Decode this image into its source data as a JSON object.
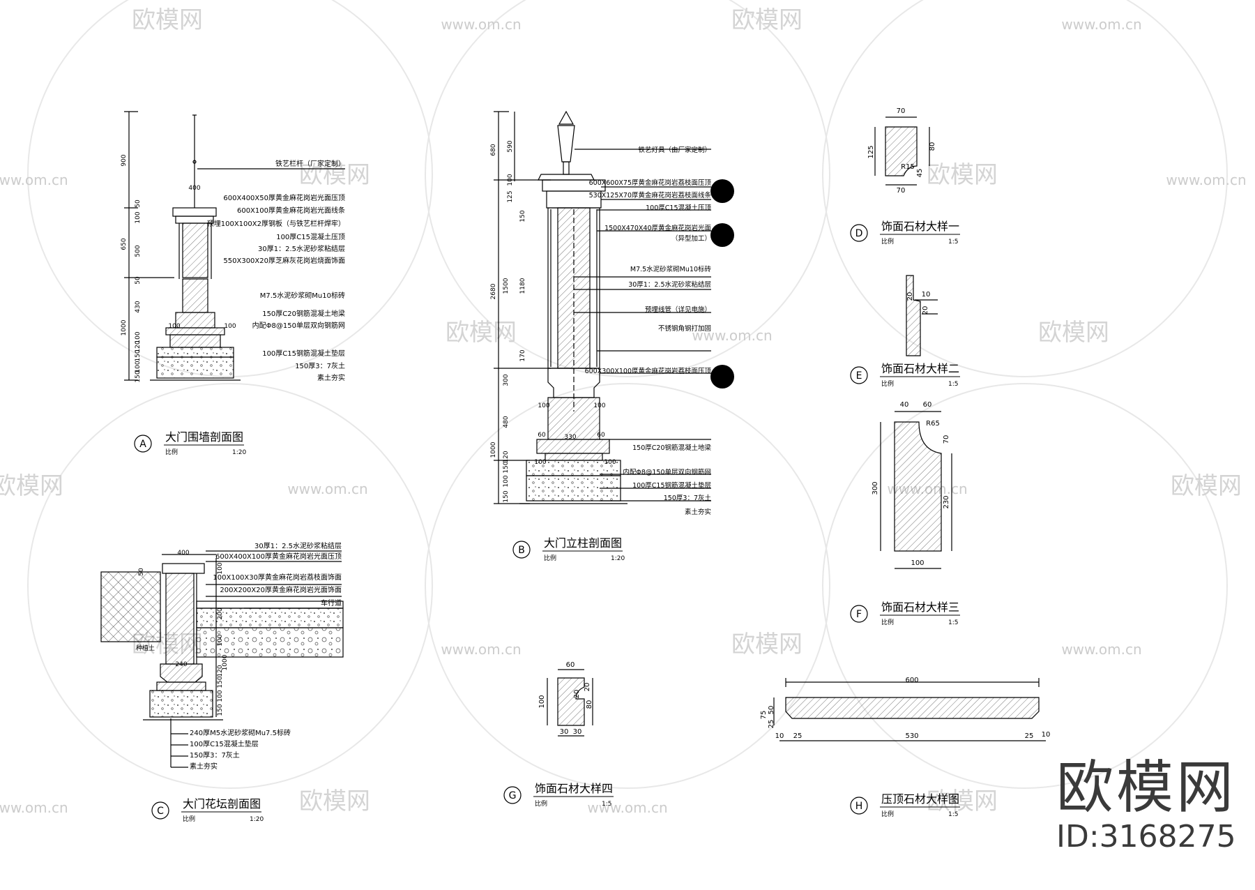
{
  "watermark": {
    "logo": "欧模网",
    "url": "www.om.cn"
  },
  "brand": {
    "name": "欧模网",
    "id": "ID:3168275"
  },
  "sections": {
    "A": {
      "letter": "A",
      "title": "大门围墙剖面图",
      "scale_label": "比例",
      "scale": "1:20",
      "labels": [
        "铁艺栏杆（厂家定制）",
        "600X400X50厚黄金麻花岗岩光面压顶",
        "600X100厚黄金麻花岗岩光面线条",
        "预埋100X100X2厚钢板（与铁艺栏杆焊牢）",
        "100厚C15混凝土压顶",
        "30厚1：2.5水泥砂浆粘结层",
        "550X300X20厚芝麻灰花岗岩烧面饰面",
        "M7.5水泥砂浆砌Mu10标砖",
        "150厚C20钢筋混凝土地梁",
        "内配Φ8@150单层双向钢筋网",
        "100厚C15钢筋混凝土垫层",
        "150厚3：7灰土",
        "素土夯实"
      ],
      "dims": [
        "900",
        "650",
        "50",
        "100",
        "500",
        "50",
        "430",
        "1000",
        "100",
        "120",
        "150",
        "100",
        "150",
        "400",
        "100",
        "100"
      ]
    },
    "B": {
      "letter": "B",
      "title": "大门立柱剖面图",
      "scale_label": "比例",
      "scale": "1:20",
      "labels": [
        "铁艺灯具（由厂家定制）",
        "600X600X75厚黄金麻花岗岩荔枝面压顶",
        "530X125X70厚黄金麻花岗岩荔枝面线条",
        "100厚C15混凝土压顶",
        "1500X470X40厚黄金麻花岗岩光面",
        "（异型加工）",
        "M7.5水泥砂浆砌Mu10标砖",
        "30厚1：2.5水泥砂浆粘结层",
        "预埋线管（详见电施）",
        "不锈钢角钢打加固",
        "600X300X100厚黄金麻花岗岩荔枝面压顶",
        "150厚C20钢筋混凝土地梁",
        "内配Φ8@150单层双向钢筋网",
        "100厚C15钢筋混凝土垫层",
        "150厚3：7灰土",
        "素土夯实"
      ],
      "dims": [
        "680",
        "590",
        "100",
        "125",
        "2680",
        "150",
        "1500",
        "1180",
        "170",
        "300",
        "480",
        "1000",
        "120",
        "150",
        "100",
        "150",
        "100",
        "100",
        "100",
        "100",
        "60",
        "330",
        "60"
      ]
    },
    "C": {
      "letter": "C",
      "title": "大门花坛剖面图",
      "scale_label": "比例",
      "scale": "1:20",
      "labels": [
        "30厚1：2.5水泥砂浆粘结层",
        "600X400X100厚黄金麻花岗岩光面压顶",
        "100X100X30厚黄金麻花岗岩荔枝面饰面",
        "200X200X20厚黄金麻花岗岩光面饰面",
        "车行道",
        "种植土",
        "240厚M5水泥砂浆砌Mu7.5标砖",
        "100厚C15混凝土垫层",
        "150厚3：7灰土",
        "素土夯实"
      ],
      "dims": [
        "400",
        "50",
        "100",
        "200",
        "100",
        "240",
        "1000",
        "120",
        "150",
        "100",
        "150"
      ]
    },
    "D": {
      "letter": "D",
      "title": "饰面石材大样一",
      "scale_label": "比例",
      "scale": "1:5",
      "dims": [
        "70",
        "125",
        "80",
        "45",
        "R15",
        "70"
      ]
    },
    "E": {
      "letter": "E",
      "title": "饰面石材大样二",
      "scale_label": "比例",
      "scale": "1:5",
      "dims": [
        "10",
        "20",
        "20"
      ]
    },
    "F": {
      "letter": "F",
      "title": "饰面石材大样三",
      "scale_label": "比例",
      "scale": "1:5",
      "dims": [
        "40",
        "60",
        "R65",
        "70",
        "300",
        "230",
        "100"
      ]
    },
    "G": {
      "letter": "G",
      "title": "饰面石材大样四",
      "scale_label": "比例",
      "scale": "1:5",
      "dims": [
        "60",
        "20",
        "20",
        "100",
        "80",
        "30",
        "30"
      ]
    },
    "H": {
      "letter": "H",
      "title": "压顶石材大样图",
      "scale_label": "比例",
      "scale": "1:5",
      "dims": [
        "600",
        "75",
        "50",
        "25",
        "10",
        "25",
        "530",
        "25",
        "10"
      ]
    }
  }
}
